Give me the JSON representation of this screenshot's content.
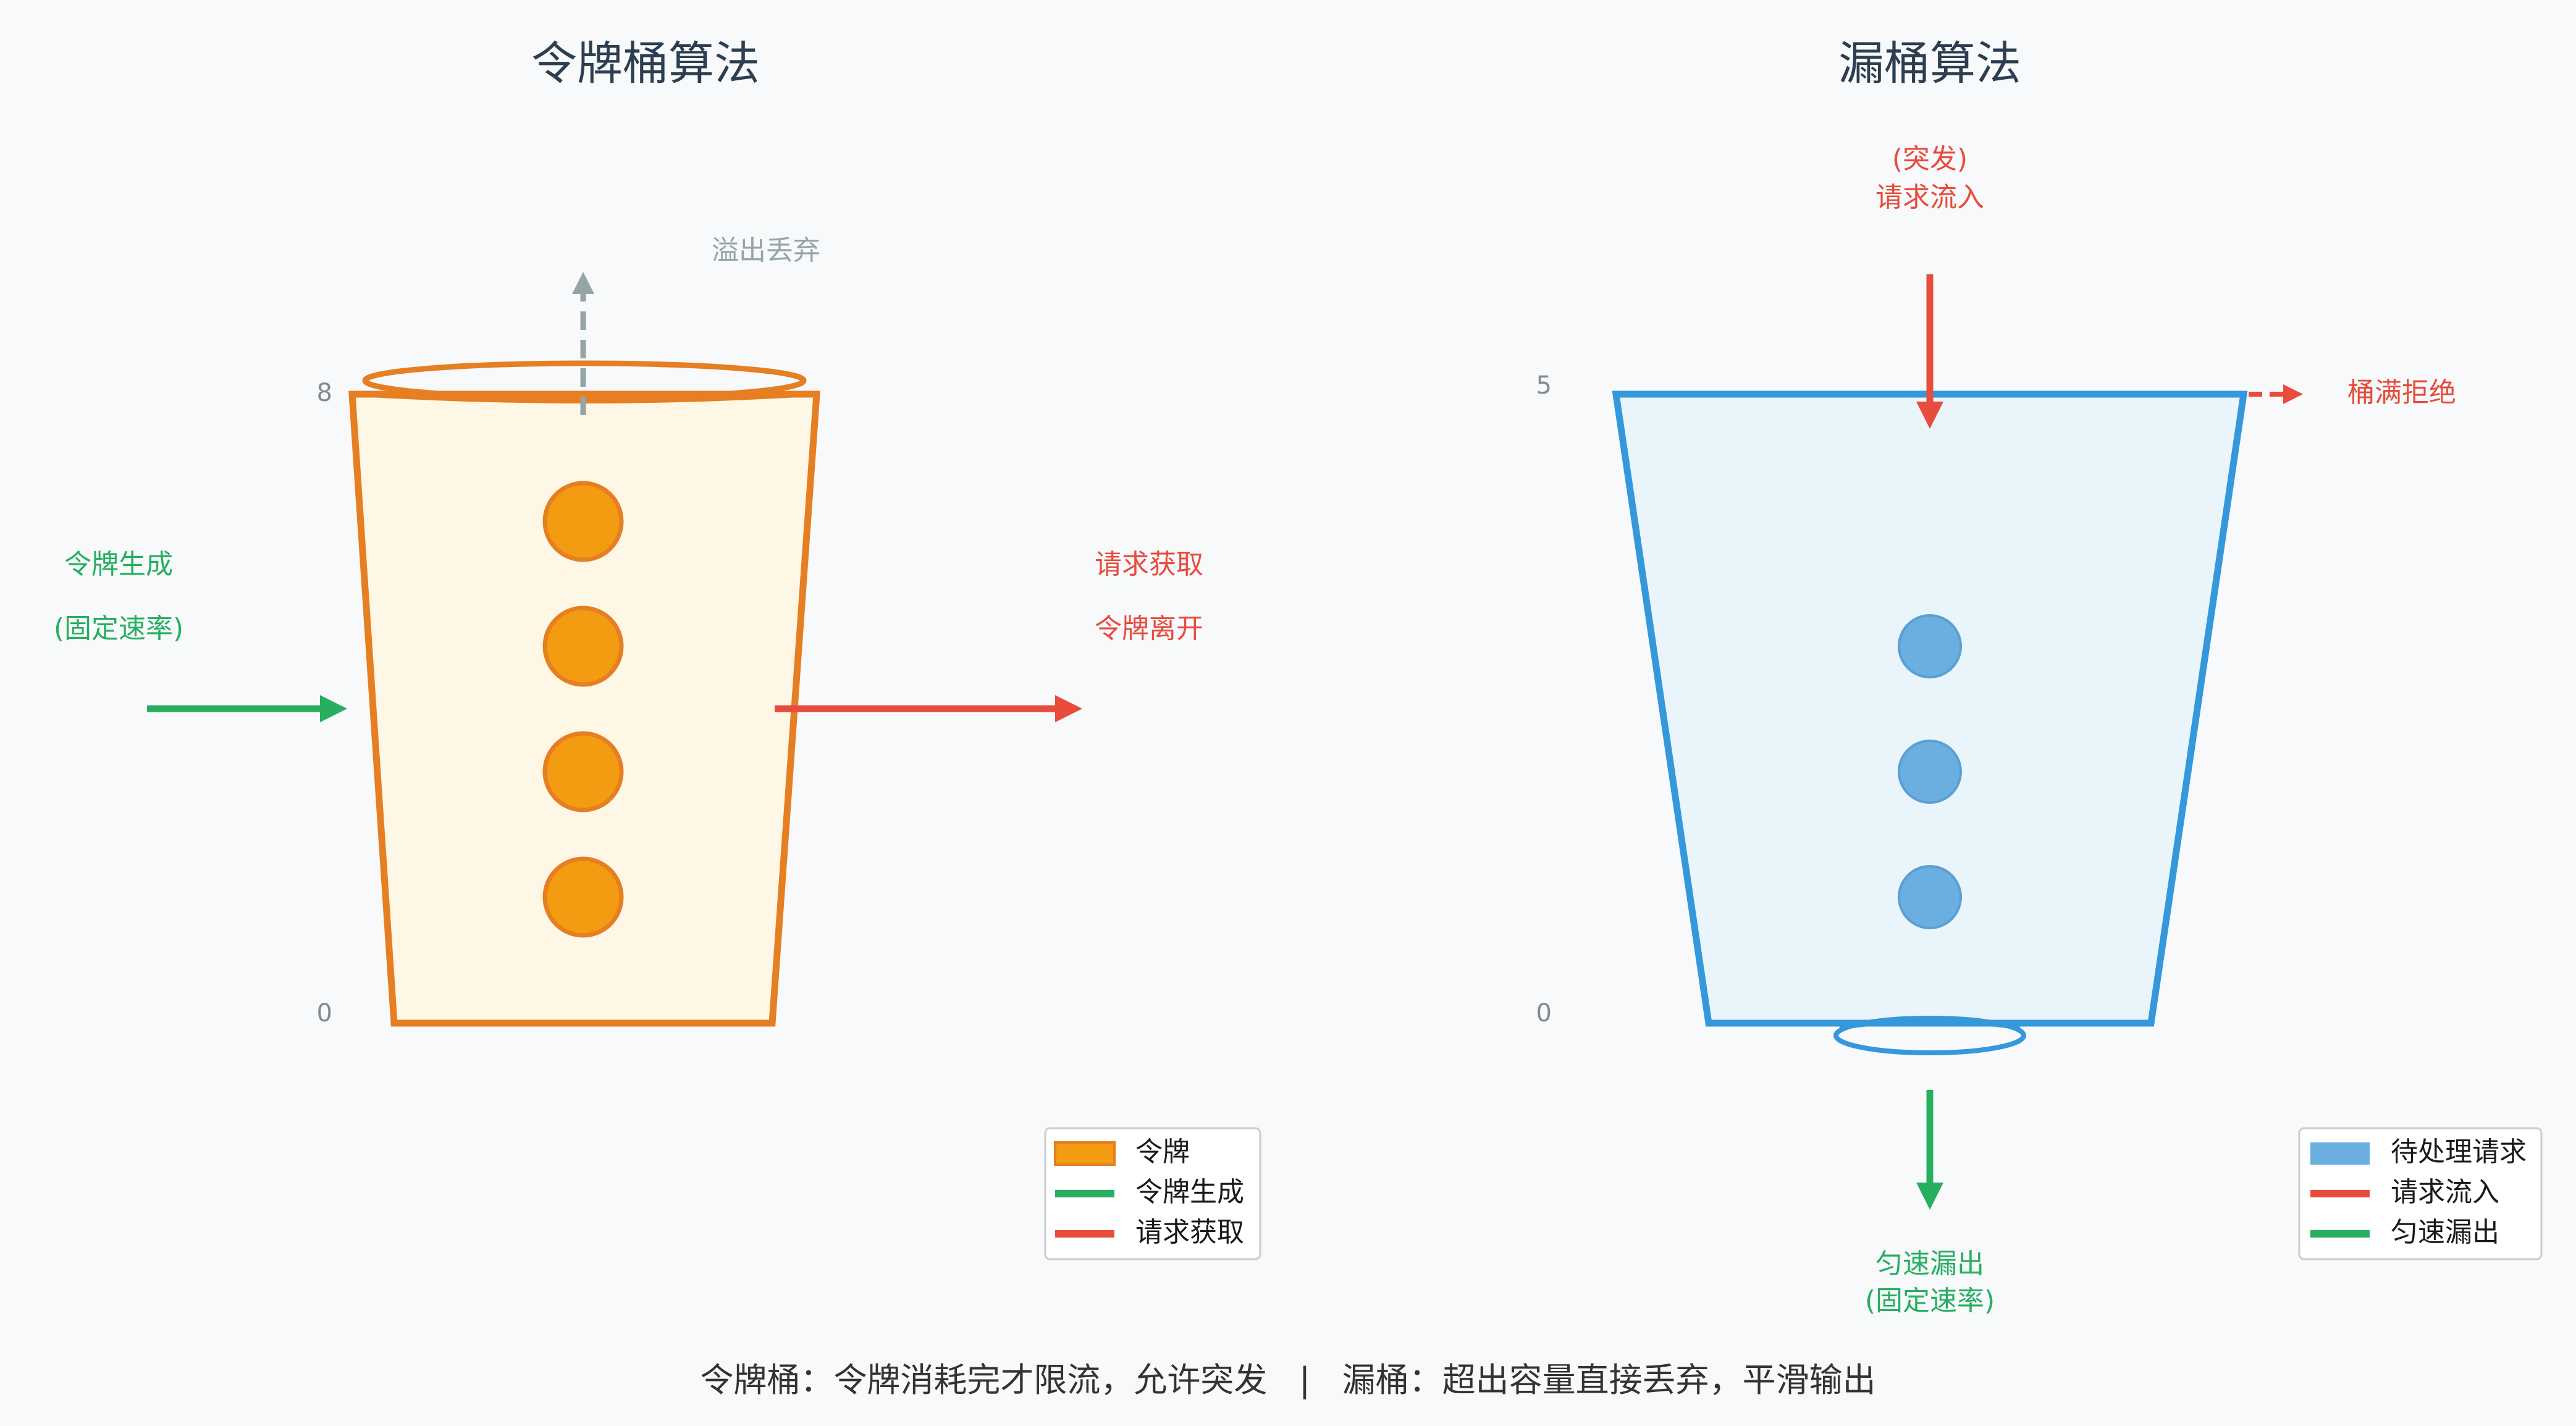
{
  "colors": {
    "orange": "#e67e22",
    "orange_fill": "#fef7e6",
    "token": "#f39c12",
    "blue": "#3498db",
    "blue_fill": "#eaf4fb",
    "request": "#6aafe0",
    "green": "#27ae60",
    "red": "#e74c3c",
    "gray": "#95a5a6"
  },
  "token_bucket": {
    "title": "令牌桶算法",
    "overflow_label": "溢出丢弃",
    "generate_label_1": "令牌生成",
    "generate_label_2": "(固定速率)",
    "consume_label_1": "请求获取",
    "consume_label_2": "令牌离开",
    "tick_top": "8",
    "tick_bottom": "0",
    "capacity": 8,
    "tokens": 4,
    "legend": [
      {
        "label": "令牌",
        "kind": "patch",
        "color_key": "token"
      },
      {
        "label": "令牌生成",
        "kind": "line",
        "color_key": "green"
      },
      {
        "label": "请求获取",
        "kind": "line",
        "color_key": "red"
      }
    ]
  },
  "leaky_bucket": {
    "title": "漏桶算法",
    "inflow_label_1": "(突发)",
    "inflow_label_2": "请求流入",
    "reject_label": "桶满拒绝",
    "leak_label_1": "匀速漏出",
    "leak_label_2": "(固定速率)",
    "tick_top": "5",
    "tick_bottom": "0",
    "capacity": 5,
    "requests": 3,
    "legend": [
      {
        "label": "待处理请求",
        "kind": "patch",
        "color_key": "request"
      },
      {
        "label": "请求流入",
        "kind": "line",
        "color_key": "red"
      },
      {
        "label": "匀速漏出",
        "kind": "line",
        "color_key": "green"
      }
    ]
  },
  "footer": {
    "text": "令牌桶：令牌消耗完才限流，允许突发   |   漏桶：超出容量直接丢弃，平滑输出"
  }
}
